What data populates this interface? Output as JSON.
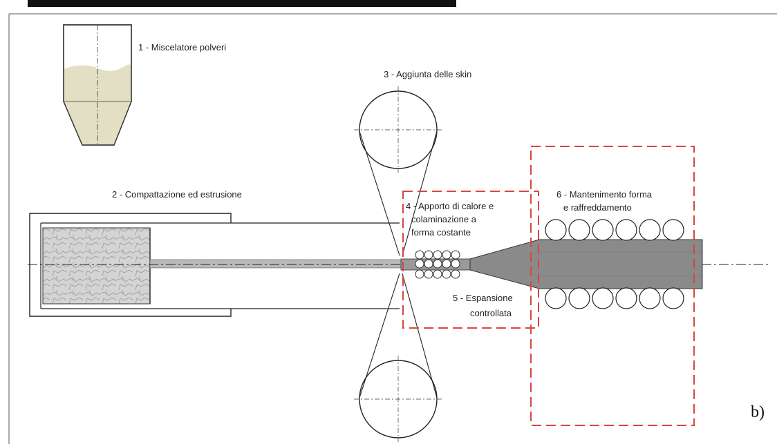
{
  "diagram": {
    "labels": {
      "step1": "1 - Miscelatore polveri",
      "step2": "2 - Compattazione ed estrusione",
      "step3": "3 - Aggiunta delle skin",
      "step4_line1": "4 - Apporto di calore e",
      "step4_line2": "colaminazione a",
      "step4_line3": "forma costante",
      "step5_line1": "5 - Espansione",
      "step5_line2": "controllata",
      "step6_line1": "6 - Mantenimento forma",
      "step6_line2": "e raffreddamento"
    },
    "panel_letter": "b)",
    "colors": {
      "powder_fill": "#e3dfc4",
      "billet_fill": "#cfcfcf",
      "foam_fill": "#8a8a8a",
      "dashed_box": "#d9473a",
      "line": "#222222"
    }
  }
}
